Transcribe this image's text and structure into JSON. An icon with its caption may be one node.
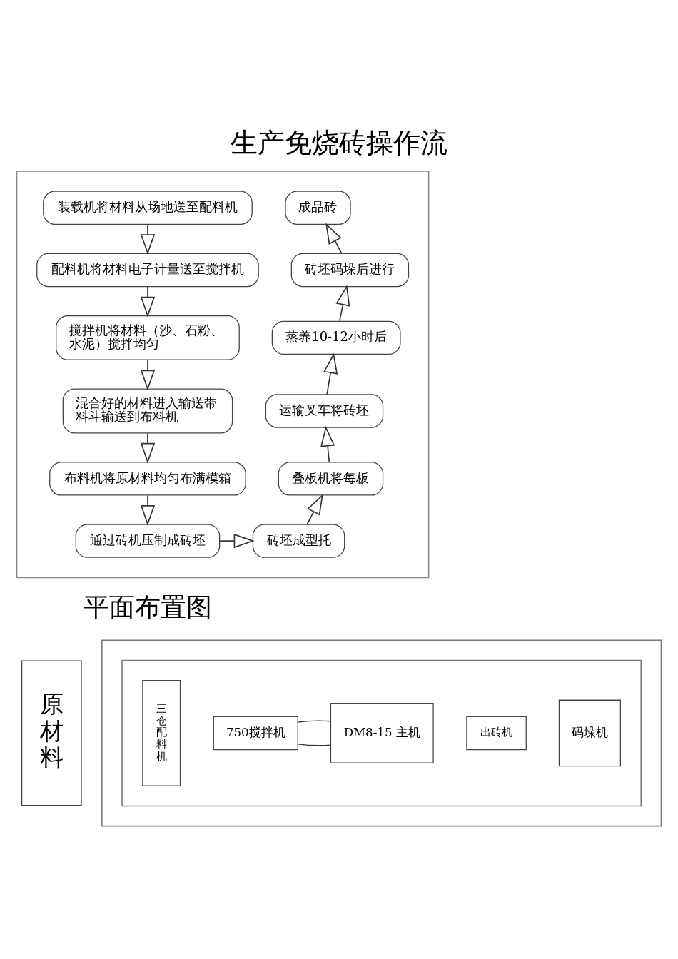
{
  "diagram": {
    "title": "生产免烧砖操作流",
    "nodes": [
      {
        "text": [],
        "shape": "box"
      },
      {
        "text": [
          "装载机将材料从场地送至配料机"
        ],
        "in": 0
      },
      {
        "text": [
          "配料机将材料电子计量送至搅拌机"
        ],
        "in": 0
      },
      {
        "text": [
          "搅拌机将材料（沙、石粉、水泥）搅拌均匀"
        ],
        "in": 0
      },
      {
        "text": [
          "混合好的材料进入输送带料斗输送到布料机"
        ],
        "in": 0
      },
      {
        "text": [
          "布料机将原材料均匀布满模箱"
        ],
        "in": 0
      },
      {
        "text": [
          "通过砖机压制成砖坯"
        ],
        "in": 0
      },
      {
        "text": [
          "砖坯成型托"
        ],
        "in": 0
      },
      {
        "text": [
          "叠板机将每板"
        ],
        "in": 0
      },
      {
        "text": [
          "运输叉车将砖坯"
        ],
        "in": 0
      },
      {
        "text": [
          "蒸养10-12小时后"
        ],
        "in": 0
      },
      {
        "text": [
          "砖坯码垛后进行"
        ],
        "in": 0
      },
      {
        "text": [
          "成品砖"
        ],
        "in": 0
      },
      {
        "text": [
          "原材料"
        ]
      },
      {
        "text": [],
        "shape": "box"
      },
      {
        "text": [],
        "shape": "box",
        "in": 14
      },
      {
        "text": [
          "三仓配料机"
        ],
        "in": 15
      },
      {
        "text": [
          "750搅拌机"
        ],
        "in": 15
      },
      {
        "text": [
          "DM8-15 主机"
        ],
        "in": 15
      },
      {
        "text": [
          "出砖机"
        ],
        "in": 15
      },
      {
        "text": [
          "码垛机"
        ],
        "in": 15
      }
    ],
    "edges": [
      {
        "from": 1,
        "to": 2,
        "arrow": "to"
      },
      {
        "from": 2,
        "to": 3,
        "arrow": "to"
      },
      {
        "from": 3,
        "to": 4,
        "arrow": "to"
      },
      {
        "from": 4,
        "to": 5,
        "arrow": "to"
      },
      {
        "from": 5,
        "to": 6,
        "arrow": "to"
      },
      {
        "from": 6,
        "to": 7,
        "arrow": "to"
      },
      {
        "from": 7,
        "to": 8,
        "arrow": "to"
      },
      {
        "from": 8,
        "to": 9,
        "arrow": "to"
      },
      {
        "from": 9,
        "to": 10,
        "arrow": "to"
      },
      {
        "from": 10,
        "to": 11,
        "arrow": "to"
      },
      {
        "from": 11,
        "to": 12,
        "arrow": "to"
      },
      {
        "from": 17,
        "to": 18,
        "arrow": "none"
      },
      {
        "from": 17,
        "to": 18,
        "arrow": "none"
      }
    ],
    "labels": [
      "平面布置图"
    ]
  }
}
